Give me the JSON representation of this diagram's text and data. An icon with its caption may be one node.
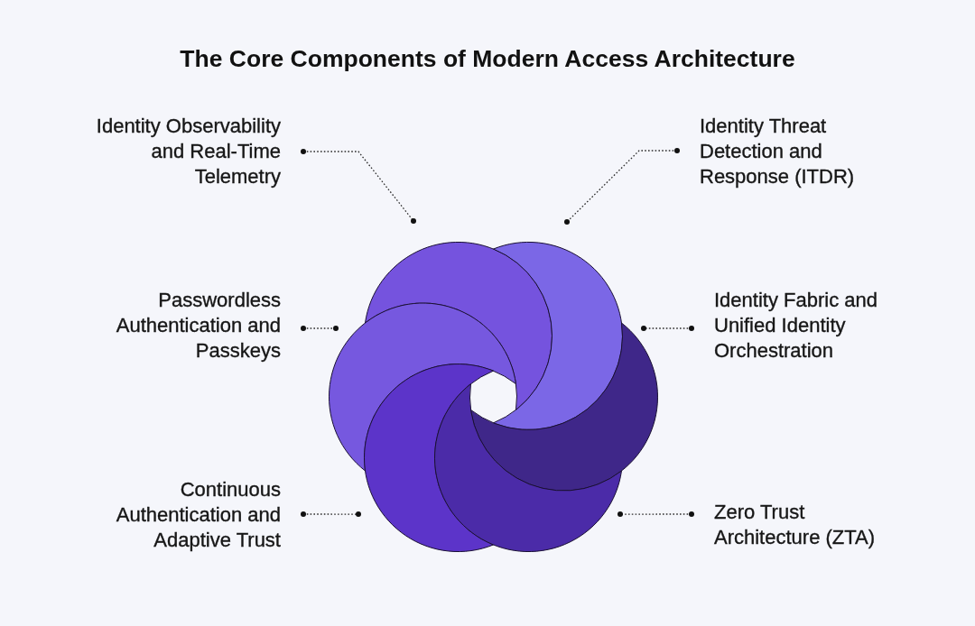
{
  "diagram": {
    "title": "The Core Components of Modern Access Architecture",
    "nodes": [
      {
        "text": [
          "Identity Observability and Real-Time Telemetry"
        ]
      },
      {
        "text": [
          "Identity Threat Detection and Response (ITDR)"
        ]
      },
      {
        "text": [
          "Passwordless Authentication and Passkeys"
        ]
      },
      {
        "text": [
          "Identity Fabric and Unified Identity Orchestration"
        ]
      },
      {
        "text": [
          "Continuous Authentication and Adaptive Trust"
        ]
      },
      {
        "text": [
          "Zero Trust Architecture (ZTA)"
        ]
      },
      {
        "text": [],
        "shape": "circle"
      },
      {
        "text": [],
        "shape": "circle"
      },
      {
        "text": [],
        "shape": "circle"
      },
      {
        "text": [],
        "shape": "circle"
      },
      {
        "text": [],
        "shape": "circle"
      },
      {
        "text": [],
        "shape": "circle"
      }
    ],
    "edges": [
      {
        "from": 0,
        "to": 6,
        "arrow": "other"
      },
      {
        "from": 1,
        "to": 7,
        "arrow": "other"
      },
      {
        "from": 2,
        "to": 8,
        "arrow": "other"
      },
      {
        "from": 3,
        "to": 9,
        "arrow": "other"
      },
      {
        "from": 4,
        "to": 10,
        "arrow": "other"
      },
      {
        "from": 5,
        "to": 11,
        "arrow": "other"
      }
    ]
  }
}
